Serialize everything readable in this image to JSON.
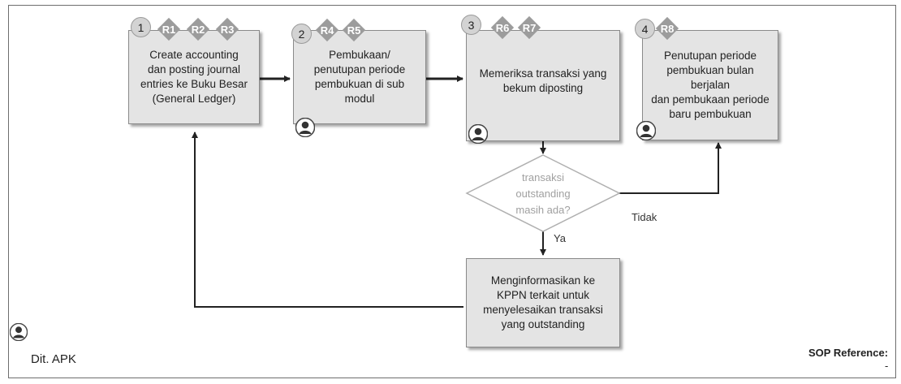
{
  "steps": [
    {
      "num": "1",
      "tags": [
        "R1",
        "R2",
        "R3"
      ],
      "text": "Create accounting\ndan posting journal\nentries ke Buku Besar\n(General Ledger)"
    },
    {
      "num": "2",
      "tags": [
        "R4",
        "R5"
      ],
      "text": "Pembukaan/\npenutupan periode\npembukuan di sub\nmodul"
    },
    {
      "num": "3",
      "tags": [
        "R6",
        "R7"
      ],
      "text": "Memeriksa transaksi yang\nbekum diposting"
    },
    {
      "num": "4",
      "tags": [
        "R8"
      ],
      "text": "Penutupan periode\npembukuan bulan berjalan\ndan pembukaan periode\nbaru pembukuan"
    }
  ],
  "decision": {
    "text": "transaksi\noutstanding\nmasih ada?",
    "yes_label": "Ya",
    "no_label": "Tidak"
  },
  "inform_box": {
    "text": "Menginformasikan ke\nKPPN terkait untuk\nmenyelesaikan transaksi\nyang outstanding"
  },
  "role": {
    "name": "Dit. APK"
  },
  "sop": {
    "label": "SOP Reference:",
    "value": "-"
  },
  "icons": [
    "person-icon"
  ],
  "colors": {
    "box_fill": "#e4e4e4",
    "tag_fill": "#9c9c9c",
    "arrow": "#222222"
  }
}
